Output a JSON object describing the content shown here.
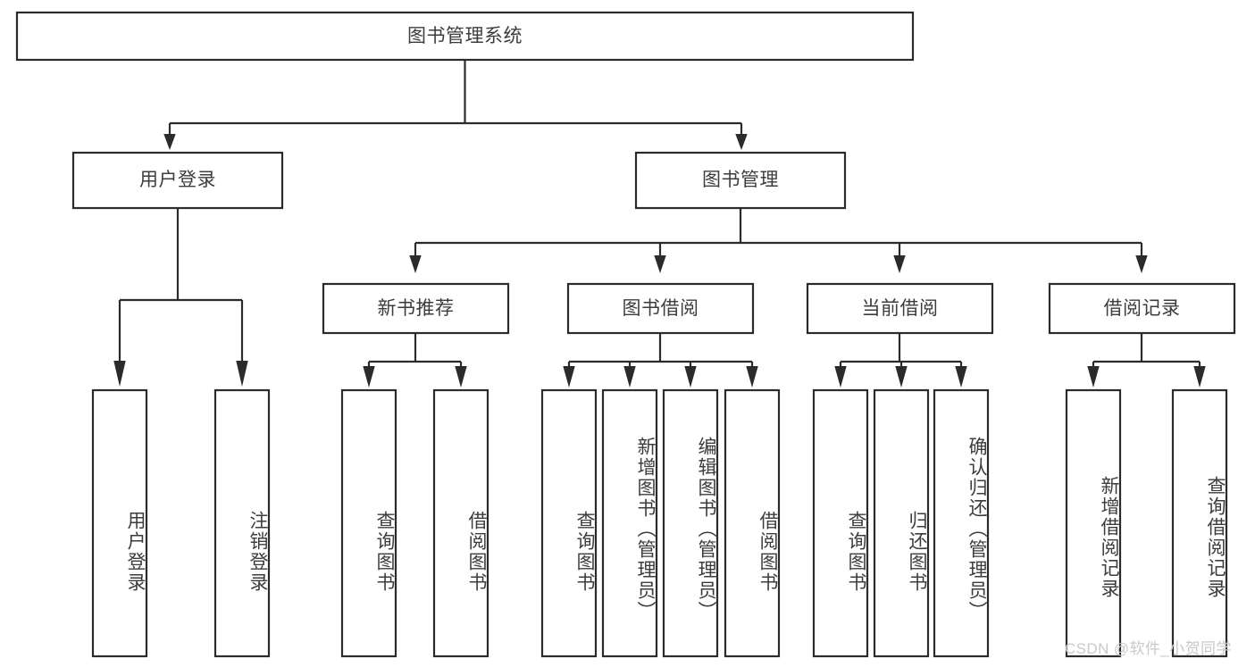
{
  "diagram": {
    "title": "图书管理系统",
    "type": "tree",
    "orientation": "top-down",
    "colors": {
      "box_fill": "#ffffff",
      "box_stroke": "#2b2b2b",
      "text": "#3c3c3c",
      "watermark": "#c9c9c9",
      "background": "#ffffff"
    },
    "nodes": {
      "root": {
        "label": "图书管理系统",
        "level": 0,
        "text_orientation": "horizontal"
      },
      "l1": [
        {
          "id": "user-login",
          "label": "用户登录",
          "level": 1,
          "text_orientation": "horizontal"
        },
        {
          "id": "book-management",
          "label": "图书管理",
          "level": 1,
          "text_orientation": "horizontal"
        }
      ],
      "l2": [
        {
          "id": "new-book-recommend",
          "label": "新书推荐",
          "level": 2,
          "text_orientation": "horizontal"
        },
        {
          "id": "book-borrow",
          "label": "图书借阅",
          "level": 2,
          "text_orientation": "horizontal"
        },
        {
          "id": "current-borrow",
          "label": "当前借阅",
          "level": 2,
          "text_orientation": "horizontal"
        },
        {
          "id": "borrow-record",
          "label": "借阅记录",
          "level": 2,
          "text_orientation": "horizontal"
        }
      ],
      "leaves": [
        {
          "id": "leaf-user-login",
          "label": "用户登录",
          "parent": "user-login",
          "text_orientation": "vertical"
        },
        {
          "id": "leaf-logout-login",
          "label": "注销登录",
          "parent": "user-login",
          "text_orientation": "vertical"
        },
        {
          "id": "leaf-query-book-1",
          "label": "查询图书",
          "parent": "new-book-recommend",
          "text_orientation": "vertical"
        },
        {
          "id": "leaf-borrow-book-1",
          "label": "借阅图书",
          "parent": "new-book-recommend",
          "text_orientation": "vertical"
        },
        {
          "id": "leaf-query-book-2",
          "label": "查询图书",
          "parent": "book-borrow",
          "text_orientation": "vertical"
        },
        {
          "id": "leaf-add-book-admin",
          "label": "新增图书（管理员）",
          "parent": "book-borrow",
          "text_orientation": "vertical"
        },
        {
          "id": "leaf-edit-book-admin",
          "label": "编辑图书（管理员）",
          "parent": "book-borrow",
          "text_orientation": "vertical"
        },
        {
          "id": "leaf-borrow-book-2",
          "label": "借阅图书",
          "parent": "book-borrow",
          "text_orientation": "vertical"
        },
        {
          "id": "leaf-query-book-3",
          "label": "查询图书",
          "parent": "current-borrow",
          "text_orientation": "vertical"
        },
        {
          "id": "leaf-return-book",
          "label": "归还图书",
          "parent": "current-borrow",
          "text_orientation": "vertical"
        },
        {
          "id": "leaf-confirm-return-admin",
          "label": "确认归还（管理员）",
          "parent": "current-borrow",
          "text_orientation": "vertical"
        },
        {
          "id": "leaf-add-borrow-record",
          "label": "新增借阅记录",
          "parent": "borrow-record",
          "text_orientation": "vertical"
        },
        {
          "id": "leaf-query-borrow-record",
          "label": "查询借阅记录",
          "parent": "borrow-record",
          "text_orientation": "vertical"
        }
      ]
    }
  },
  "watermark": {
    "text": "CSDN @软件_小贺同学"
  }
}
